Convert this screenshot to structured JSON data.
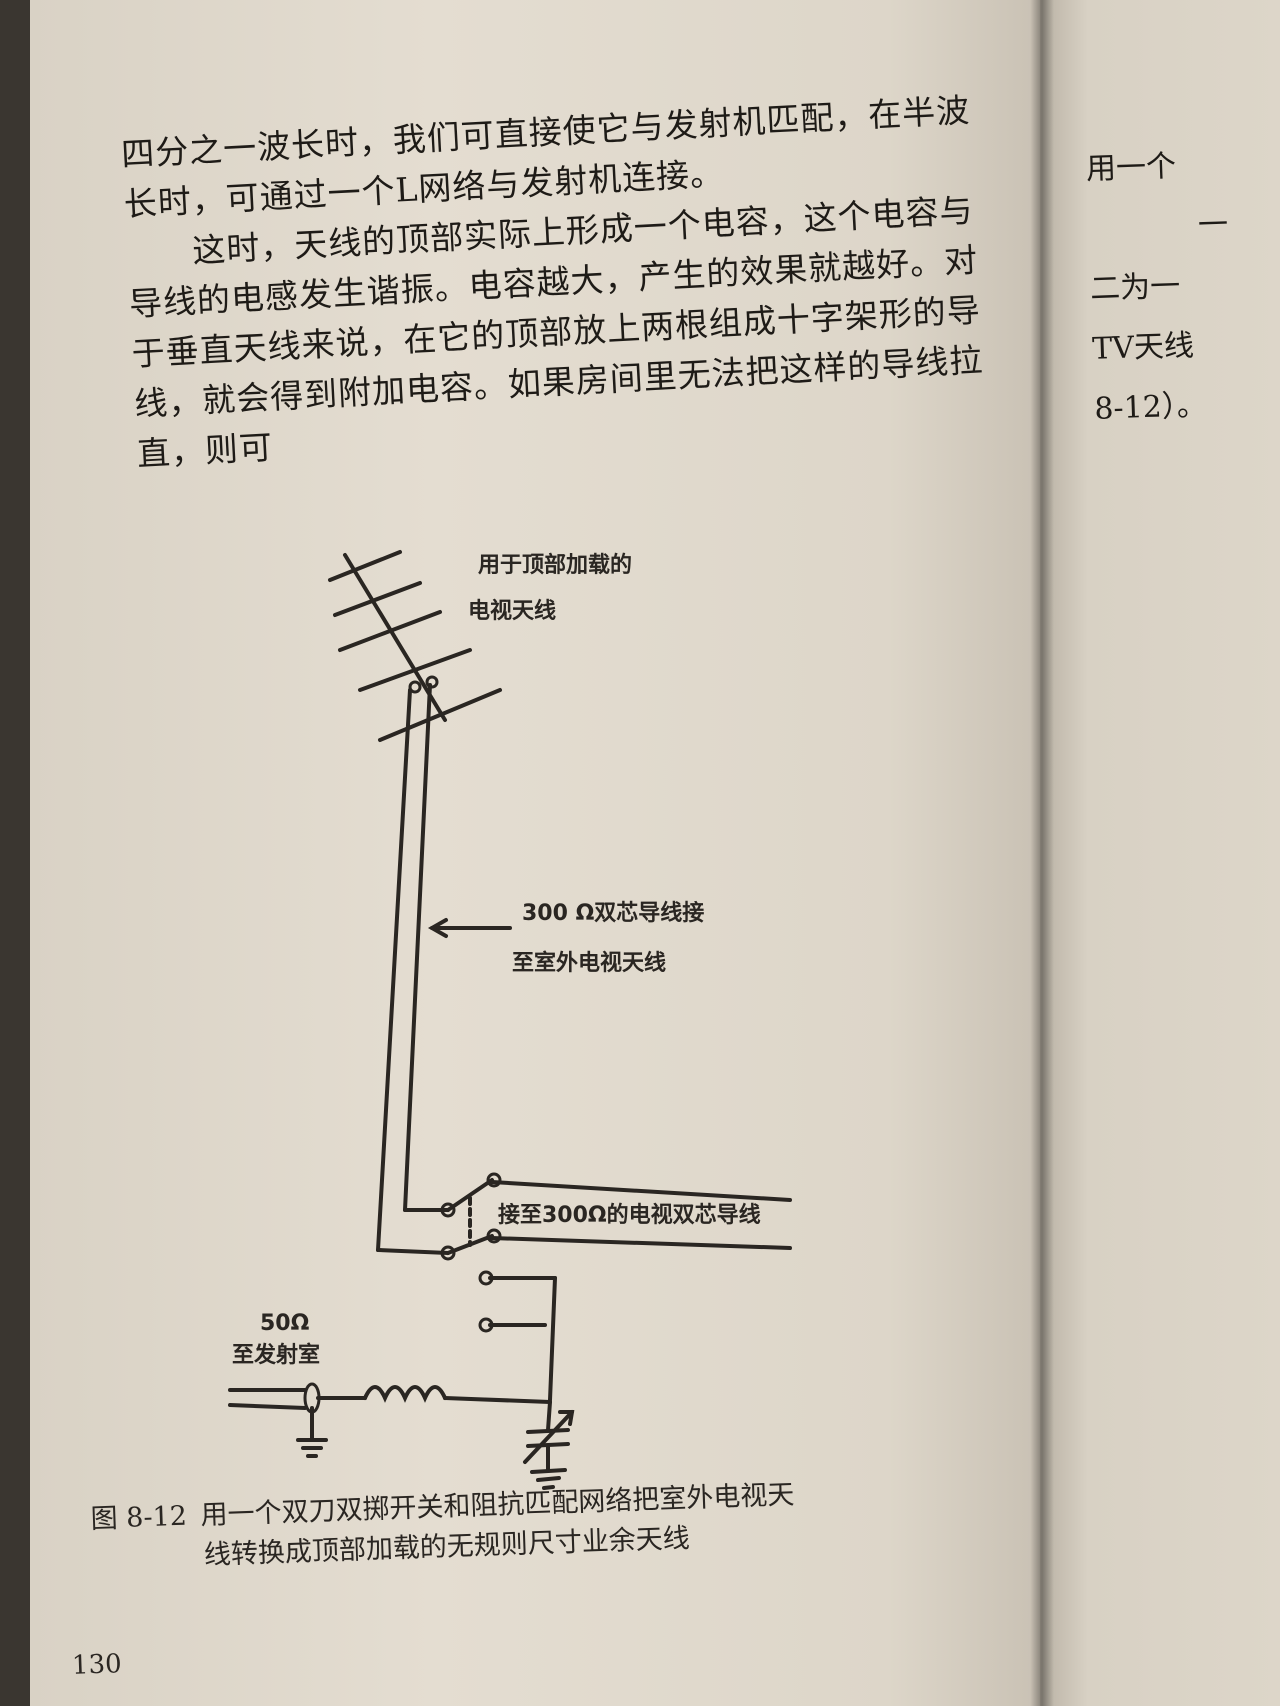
{
  "paragraphs": [
    "四分之一波长时，我们可直接使它与发射机匹配，在半波长时，可通过一个L网络与发射机连接。",
    "这时，天线的顶部实际上形成一个电容，这个电容与导线的电感发生谐振。电容越大，产生的效果就越好。对于垂直天线来说，在它的顶部放上两根组成十字架形的导线，就会得到附加电容。如果房间里无法把这样的导线拉直，则可"
  ],
  "right_page_lines": [
    "用一个",
    "一",
    "二为一",
    "TV天线",
    "8-12）。"
  ],
  "diagram": {
    "label_top_1": "用于顶部加载的",
    "label_top_2": "电视天线",
    "label_mid_1": "300 Ω双芯导线接",
    "label_mid_2": "至室外电视天线",
    "label_switch": "接至300Ω的电视双芯导线",
    "label_50_1": "50Ω",
    "label_50_2": "至发射室"
  },
  "caption": {
    "figure_number": "图 8-12",
    "line1": "用一个双刀双掷开关和阻抗匹配网络把室外电视天",
    "line2": "线转换成顶部加载的无规则尺寸业余天线"
  },
  "page_number": "130"
}
